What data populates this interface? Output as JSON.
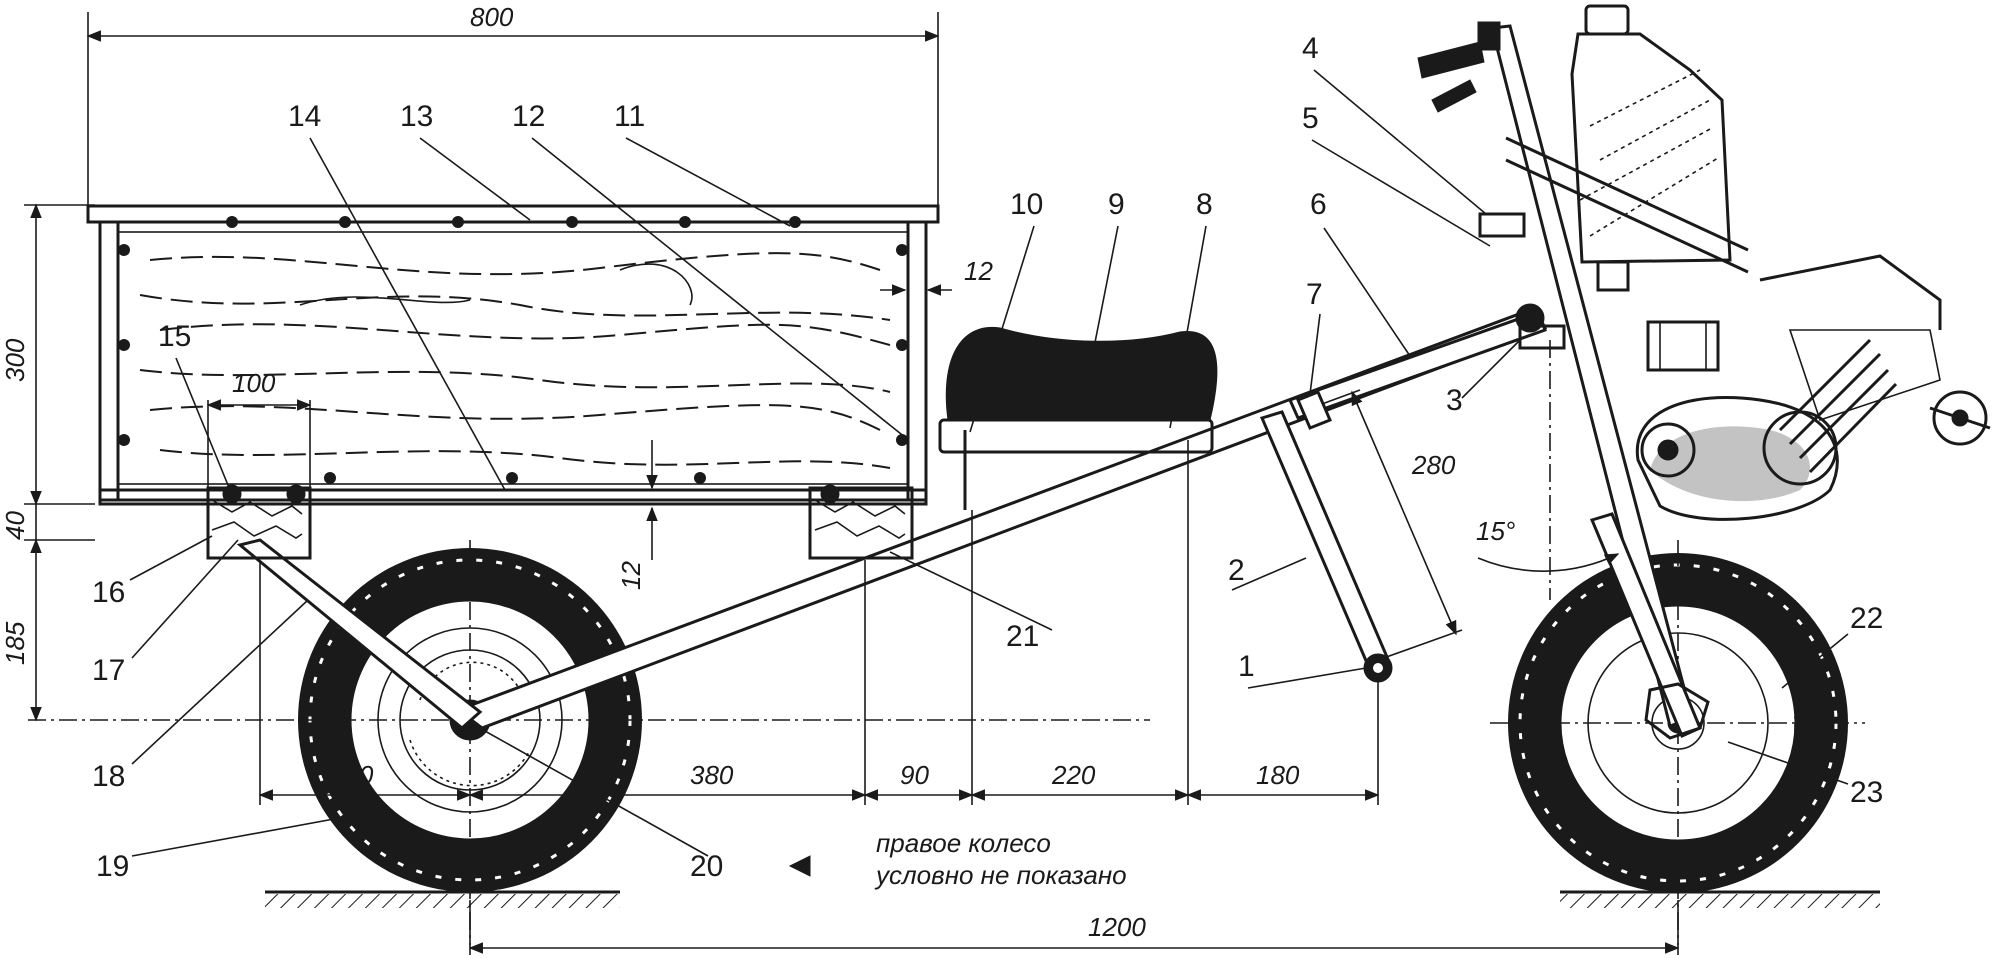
{
  "dimensions": {
    "box_length": "800",
    "box_height": "300",
    "gap_40": "40",
    "gap_185": "185",
    "wall_thickness": "12",
    "floor_thickness": "12",
    "clamp_width": "100",
    "strut_length": "280",
    "fork_angle": "15°",
    "seg_200": "200",
    "seg_380": "380",
    "seg_90": "90",
    "seg_220": "220",
    "seg_180": "180",
    "wheelbase": "1200"
  },
  "parts": [
    "1",
    "2",
    "3",
    "4",
    "5",
    "6",
    "7",
    "8",
    "9",
    "10",
    "11",
    "12",
    "13",
    "14",
    "15",
    "16",
    "17",
    "18",
    "19",
    "20",
    "21",
    "22",
    "23"
  ],
  "note": {
    "line1": "правое колесо",
    "line2": "условно не показано"
  }
}
